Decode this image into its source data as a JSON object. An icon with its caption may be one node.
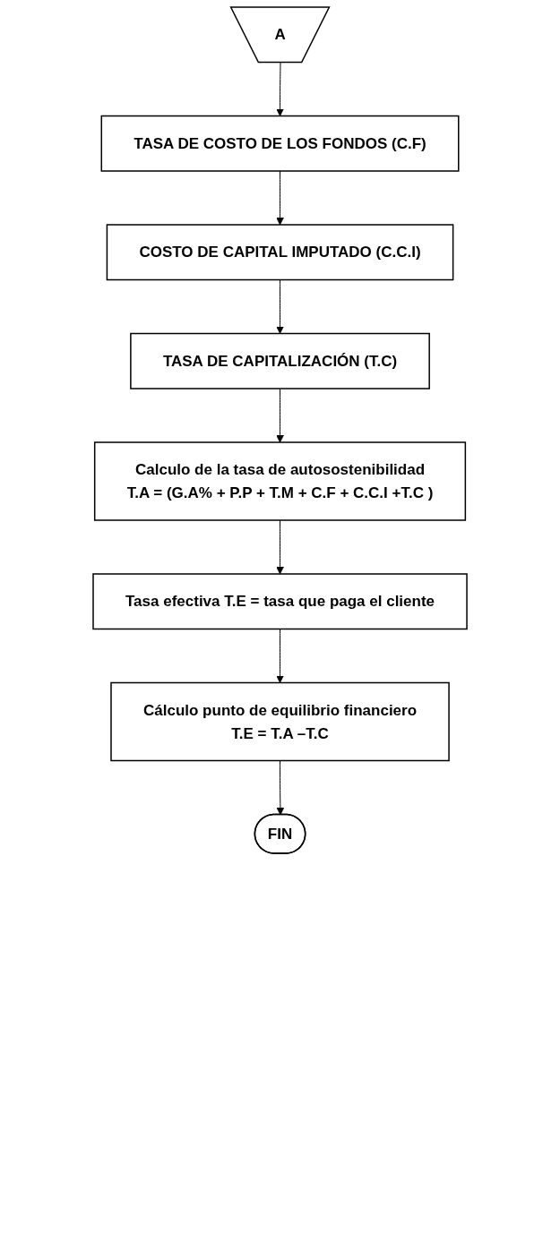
{
  "diagram": {
    "nodes": [
      {
        "text": [
          "A"
        ]
      },
      {
        "text": [
          "TASA  DE COSTO DE LOS FONDOS (C.F)"
        ]
      },
      {
        "text": [
          "COSTO DE CAPITAL IMPUTADO (C.C.I)"
        ]
      },
      {
        "text": [
          "TASA  DE CAPITALIZACIÓN (T.C)"
        ]
      },
      {
        "text": [
          "Calculo de la tasa de autosostenibilidad",
          "T.A = (G.A% + P.P + T.M + C.F + C.C.I +T.C )"
        ]
      },
      {
        "text": [
          "Tasa efectiva T.E = tasa que paga el cliente"
        ]
      },
      {
        "text": [
          "Cálculo punto de equilibrio financiero",
          "T.E = T.A –T.C"
        ]
      },
      {
        "text": [
          "FIN"
        ]
      }
    ],
    "edges": [
      {
        "from": 0,
        "to": 1,
        "arrow": "to"
      },
      {
        "from": 1,
        "to": 2,
        "arrow": "to"
      },
      {
        "from": 2,
        "to": 3,
        "arrow": "to"
      },
      {
        "from": 3,
        "to": 4,
        "arrow": "to"
      },
      {
        "from": 4,
        "to": 5,
        "arrow": "to"
      },
      {
        "from": 5,
        "to": 6,
        "arrow": "to"
      },
      {
        "from": 6,
        "to": 7,
        "arrow": "to"
      }
    ]
  }
}
